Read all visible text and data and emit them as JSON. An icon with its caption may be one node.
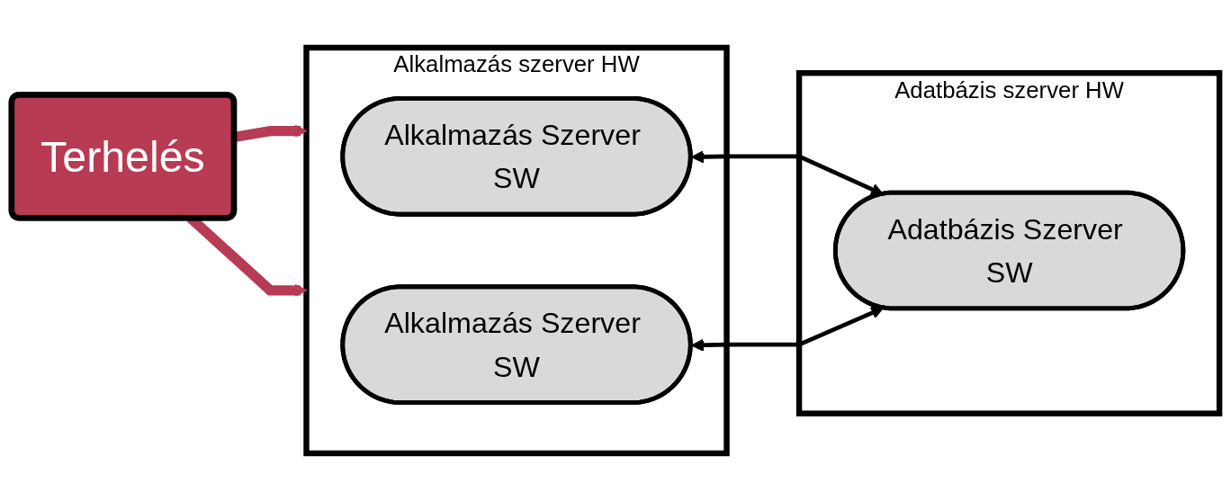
{
  "diagram": {
    "nodes": [
      {
        "text": [
          "Terhelés"
        ]
      },
      {
        "text": [
          "Alkalmazás szerver HW"
        ]
      },
      {
        "text": [
          "Alkalmazás Szerver SW"
        ],
        "in": 1
      },
      {
        "text": [
          "Alkalmazás Szerver SW"
        ],
        "in": 1
      },
      {
        "text": [
          "Adatbázis szerver HW"
        ]
      },
      {
        "text": [
          "Adatbázis Szerver SW"
        ],
        "in": 4
      }
    ],
    "edges": [
      {
        "from": 0,
        "to": 1,
        "arrow": "to",
        "style": "thick",
        "color": "#b83b54"
      },
      {
        "from": 0,
        "to": 1,
        "arrow": "to",
        "style": "thick",
        "color": "#b83b54"
      },
      {
        "from": 2,
        "to": 5,
        "arrow": "both",
        "color": "#000000"
      },
      {
        "from": 3,
        "to": 5,
        "arrow": "both",
        "color": "#000000"
      }
    ]
  }
}
